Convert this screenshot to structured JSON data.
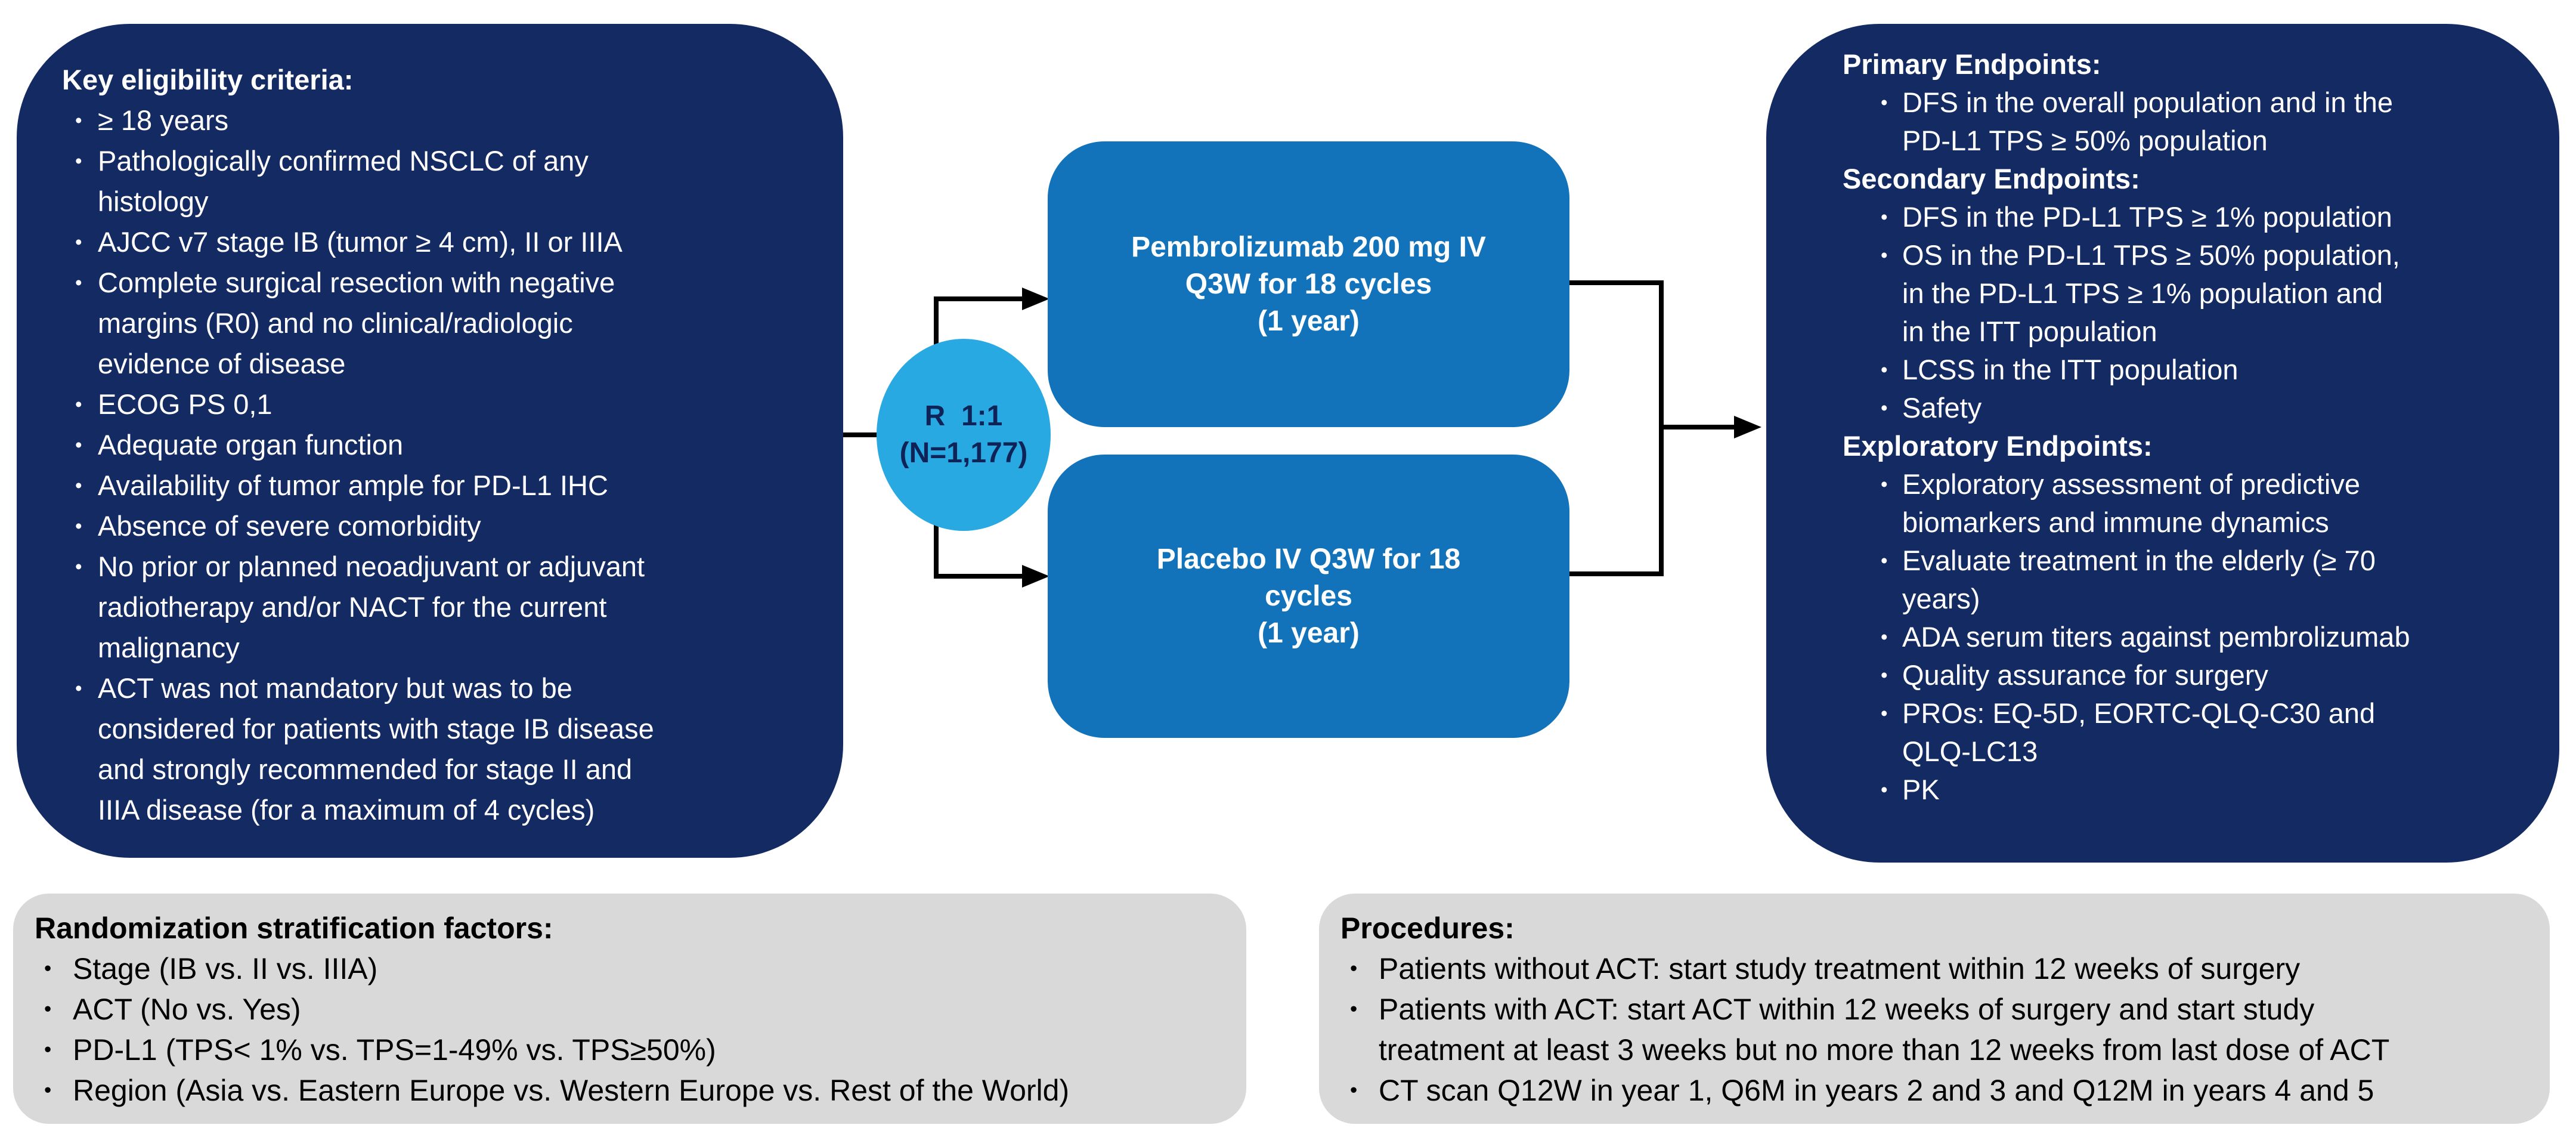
{
  "colors": {
    "navy_box": "#142A62",
    "arm_box_blue": "#1373BA",
    "randomization_circle_blue": "#29A9E1",
    "gray_box": "#D9D9D9",
    "arrow_black": "#000000",
    "text_on_dark": "#FFFFFF",
    "text_on_gray": "#000000",
    "circle_text": "#0E2357"
  },
  "eligibility": {
    "title": "Key eligibility criteria:",
    "items": [
      "≥ 18 years",
      [
        "Pathologically confirmed NSCLC of any",
        "histology"
      ],
      "AJCC v7 stage IB (tumor ≥ 4 cm), II or IIIA",
      [
        "Complete surgical resection with negative",
        "margins (R0) and no clinical/radiologic",
        "evidence of disease"
      ],
      "ECOG PS 0,1",
      "Adequate organ function",
      "Availability of tumor ample for PD-L1 IHC",
      "Absence of severe comorbidity",
      [
        "No prior or planned neoadjuvant or adjuvant",
        "radiotherapy and/or NACT for the current",
        "malignancy"
      ],
      [
        "ACT was not mandatory but was to be",
        "considered for patients with stage IB disease",
        "and strongly recommended for stage II and",
        "IIIA disease (for a maximum of 4 cycles)"
      ]
    ]
  },
  "randomization": {
    "lines": [
      "R  1:1",
      "(N=1,177)"
    ]
  },
  "arms": [
    {
      "name": "pembrolizumab",
      "lines": [
        "Pembrolizumab 200 mg IV",
        "Q3W for 18 cycles",
        "(1 year)"
      ]
    },
    {
      "name": "placebo",
      "lines": [
        "Placebo IV Q3W for 18",
        "cycles",
        "(1 year)"
      ]
    }
  ],
  "endpoints": {
    "sections": [
      {
        "header": "Primary Endpoints:",
        "items": [
          [
            "DFS in the overall population and in the",
            "PD-L1 TPS ≥ 50% population"
          ]
        ]
      },
      {
        "header": "Secondary Endpoints:",
        "items": [
          "DFS in the PD-L1 TPS ≥ 1% population",
          [
            "OS in the PD-L1 TPS ≥ 50% population,",
            "in the PD-L1 TPS ≥ 1% population and",
            "in the ITT population"
          ],
          "LCSS in the ITT population",
          "Safety"
        ]
      },
      {
        "header": "Exploratory Endpoints:",
        "items": [
          [
            "Exploratory assessment of predictive",
            "biomarkers and immune dynamics"
          ],
          [
            "Evaluate treatment in the elderly (≥ 70",
            "years)"
          ],
          "ADA serum titers against pembrolizumab",
          "Quality assurance for surgery",
          [
            "PROs: EQ-5D, EORTC-QLQ-C30 and",
            "QLQ-LC13"
          ],
          "PK"
        ]
      }
    ]
  },
  "stratification": {
    "title": "Randomization stratification factors:",
    "items": [
      "Stage (IB vs. II vs. IIIA)",
      "ACT (No vs. Yes)",
      "PD-L1 (TPS< 1% vs. TPS=1-49% vs. TPS≥50%)",
      "Region (Asia vs. Eastern Europe vs. Western Europe vs. Rest of the World)"
    ]
  },
  "procedures": {
    "title": "Procedures:",
    "items": [
      "Patients without ACT: start study treatment within 12 weeks of surgery",
      [
        "Patients with ACT: start ACT within 12 weeks of surgery and start study",
        "treatment at least 3 weeks but no more than 12 weeks from last dose of ACT"
      ],
      "CT scan Q12W in year 1, Q6M in years 2 and 3 and Q12M in years 4 and 5"
    ]
  }
}
